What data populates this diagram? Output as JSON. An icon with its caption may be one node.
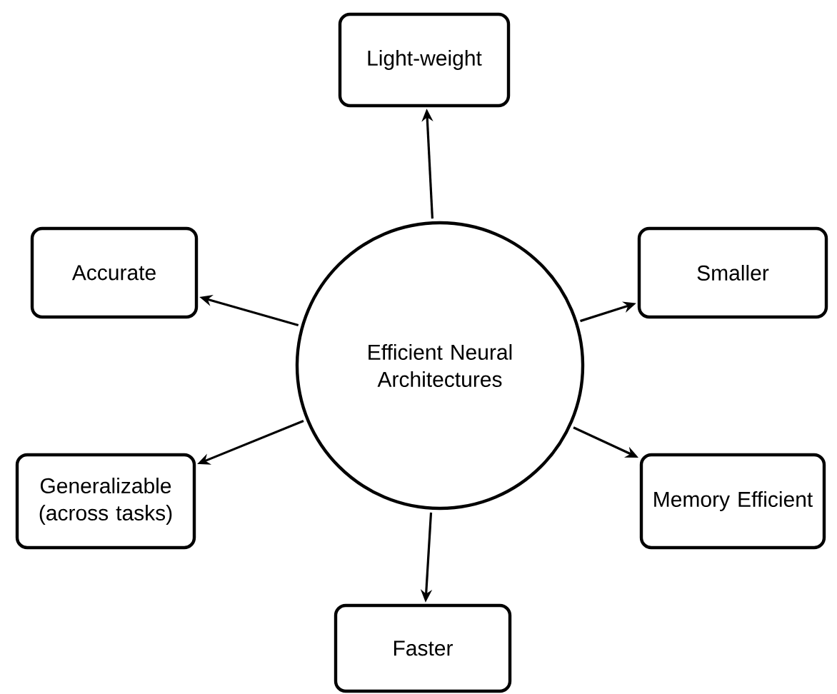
{
  "diagram": {
    "nodes": [
      {
        "text": [
          "Efficient Neural Architectures"
        ]
      },
      {
        "text": [
          "Light-weight"
        ]
      },
      {
        "text": [
          "Accurate"
        ]
      },
      {
        "text": [
          "Smaller"
        ]
      },
      {
        "text": [
          "Generalizable (across tasks)"
        ]
      },
      {
        "text": [
          "Memory Efficient"
        ]
      },
      {
        "text": [
          "Faster"
        ]
      }
    ],
    "edges": [
      {
        "from": 0,
        "to": 1,
        "arrow": "to"
      },
      {
        "from": 0,
        "to": 2,
        "arrow": "to"
      },
      {
        "from": 0,
        "to": 3,
        "arrow": "to"
      },
      {
        "from": 0,
        "to": 4,
        "arrow": "to"
      },
      {
        "from": 0,
        "to": 5,
        "arrow": "to"
      },
      {
        "from": 0,
        "to": 6,
        "arrow": "to"
      }
    ]
  }
}
